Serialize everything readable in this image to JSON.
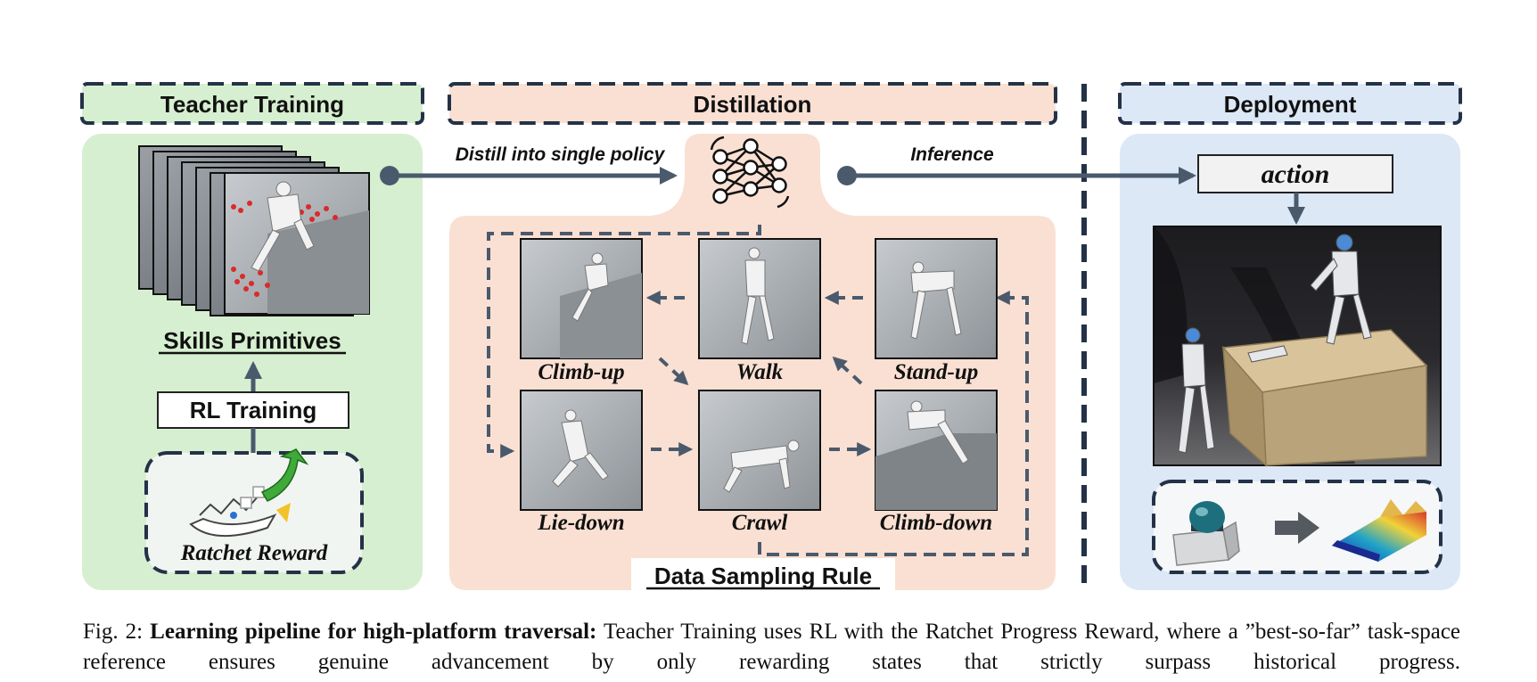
{
  "sections": {
    "teacher": "Teacher Training",
    "distillation": "Distillation",
    "deployment": "Deployment"
  },
  "teacher": {
    "skills_label": "Skills Primitives",
    "rl_label": "RL Training",
    "reward_label": "Ratchet Reward"
  },
  "arrows": {
    "distill": "Distill into single policy",
    "inference": "Inference"
  },
  "deployment": {
    "action": "action"
  },
  "skills": {
    "climb_up": "Climb-up",
    "walk": "Walk",
    "stand_up": "Stand-up",
    "lie_down": "Lie-down",
    "crawl": "Crawl",
    "climb_down": "Climb-down"
  },
  "sampling_rule": "Data Sampling Rule",
  "caption": {
    "prefix": "Fig. 2:",
    "bold": "Learning pipeline for high-platform traversal:",
    "line1": "Teacher Training uses RL with the Ratchet Progress Reward, where a",
    "line2": "”best-so-far” task-space reference ensures genuine advancement by only rewarding states that strictly surpass historical progress."
  },
  "colors": {
    "teacher_bg": "#d6efd0",
    "distill_bg": "#fae0d3",
    "deploy_bg": "#dce8f5",
    "navy": "#233247",
    "arrow": "#4a5a6c"
  }
}
